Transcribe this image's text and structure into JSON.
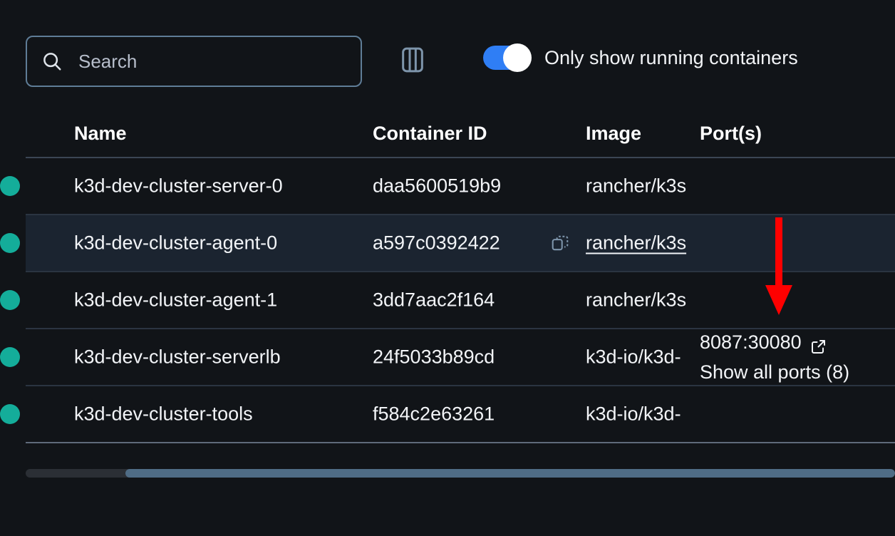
{
  "toolbar": {
    "search": {
      "value": "",
      "placeholder": "Search",
      "icon": "search-icon"
    },
    "columns_button": {
      "icon": "columns-icon"
    },
    "running_toggle": {
      "label": "Only show running containers",
      "state": "on",
      "accent_color": "#2f7ef5",
      "knob_color": "#ffffff"
    }
  },
  "table": {
    "columns": [
      {
        "key": "name",
        "label": "Name"
      },
      {
        "key": "container_id",
        "label": "Container ID"
      },
      {
        "key": "image",
        "label": "Image"
      },
      {
        "key": "ports",
        "label": "Port(s)"
      }
    ],
    "rows": [
      {
        "status": "running",
        "status_color": "#14ad9a",
        "name": "k3d-dev-cluster-server-0",
        "container_id": "daa5600519b9",
        "image": "rancher/k3s",
        "ports": [],
        "show_all_ports": "",
        "hovered": false
      },
      {
        "status": "running",
        "status_color": "#14ad9a",
        "name": "k3d-dev-cluster-agent-0",
        "container_id": "a597c0392422",
        "image": "rancher/k3s",
        "ports": [],
        "show_all_ports": "",
        "hovered": true
      },
      {
        "status": "running",
        "status_color": "#14ad9a",
        "name": "k3d-dev-cluster-agent-1",
        "container_id": "3dd7aac2f164",
        "image": "rancher/k3s",
        "ports": [],
        "show_all_ports": "",
        "hovered": false
      },
      {
        "status": "running",
        "status_color": "#14ad9a",
        "name": "k3d-dev-cluster-serverlb",
        "container_id": "24f5033b89cd",
        "image": "k3d-io/k3d-",
        "ports": [
          "8087:30080"
        ],
        "show_all_ports": "Show all ports (8)",
        "hovered": false
      },
      {
        "status": "running",
        "status_color": "#14ad9a",
        "name": "k3d-dev-cluster-tools",
        "container_id": "f584c2e63261",
        "image": "k3d-io/k3d-",
        "ports": [],
        "show_all_ports": "",
        "hovered": false
      }
    ]
  },
  "scrollbar": {
    "orientation": "horizontal",
    "thumb_color": "#4f6c85",
    "track_color": "#2b2f35"
  },
  "annotation": {
    "type": "arrow",
    "direction": "down",
    "color": "#ff0000"
  },
  "theme": {
    "background": "#111418",
    "row_hover": "#1b2430",
    "text": "#f2f4f7",
    "border": "#2b3441"
  }
}
